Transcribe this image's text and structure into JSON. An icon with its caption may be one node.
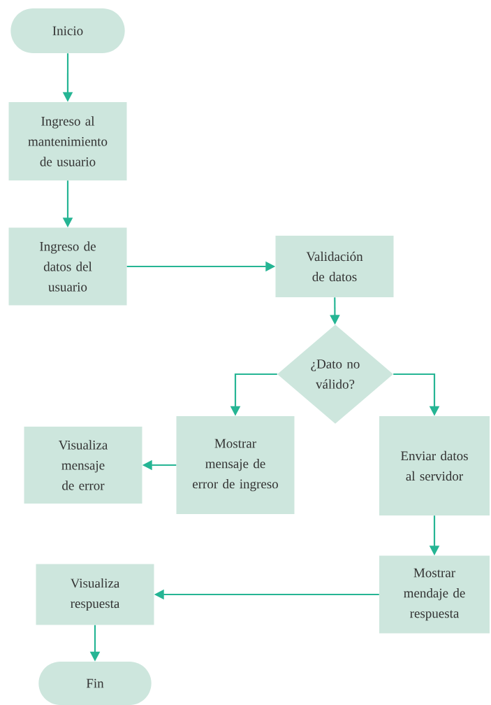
{
  "diagram": {
    "nodes": [
      {
        "text": [
          "Inicio"
        ]
      },
      {
        "text": [
          "Ingreso al mantenimiento de usuario"
        ]
      },
      {
        "text": [
          "Ingreso de datos del usuario"
        ]
      },
      {
        "text": [
          "Validación de datos"
        ]
      },
      {
        "text": [
          "¿Dato no válido?"
        ]
      },
      {
        "text": [
          "Mostrar mensaje de error de ingreso"
        ]
      },
      {
        "text": [
          "Visualiza mensaje de error"
        ]
      },
      {
        "text": [
          "Enviar datos al servidor"
        ]
      },
      {
        "text": [
          "Mostrar mendaje de respuesta"
        ]
      },
      {
        "text": [
          "Visualiza respuesta"
        ]
      },
      {
        "text": [
          "Fin"
        ]
      }
    ],
    "edges": [
      {
        "from": 0,
        "to": 1,
        "arrow": "to"
      },
      {
        "from": 1,
        "to": 2,
        "arrow": "to"
      },
      {
        "from": 2,
        "to": 3,
        "arrow": "to"
      },
      {
        "from": 3,
        "to": 4,
        "arrow": "to"
      },
      {
        "from": 4,
        "to": 5,
        "arrow": "to"
      },
      {
        "from": 4,
        "to": 7,
        "arrow": "to"
      },
      {
        "from": 5,
        "to": 6,
        "arrow": "to"
      },
      {
        "from": 7,
        "to": 8,
        "arrow": "to"
      },
      {
        "from": 8,
        "to": 9,
        "arrow": "to"
      },
      {
        "from": 9,
        "to": 10,
        "arrow": "to"
      }
    ]
  }
}
